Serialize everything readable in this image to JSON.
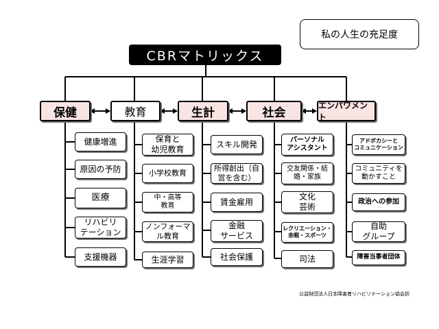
{
  "title": "私の人生の充足度",
  "header": "CBRマトリックス",
  "credit": "公益財団法人日本障害者リハビリテーション協会訳",
  "columns": [
    {
      "label": "保健",
      "items": [
        "健康増進",
        "原因の予防",
        "医療",
        "リハビリ\nテーション",
        "支援機器"
      ]
    },
    {
      "label": "教育",
      "items": [
        "保育と\n幼児教育",
        "小学校教育",
        "中・高等\n教育",
        "ノンフォーマ\nル教育",
        "生涯学習"
      ]
    },
    {
      "label": "生計",
      "items": [
        "スキル開発",
        "所得創出（自\n営を含む）",
        "賃金雇用",
        "金融\nサービス",
        "社会保護"
      ]
    },
    {
      "label": "社会",
      "items": [
        "パーソナル\nアシスタント",
        "交友関係・結\n婚・家族",
        "文化\n芸術",
        "レクリエーション・\n余暇・スポーツ",
        "司法"
      ]
    },
    {
      "label": "エンパワメント",
      "items": [
        "アドボカシーと\nコミュニケーション",
        "コミュニティを\n動かすこと",
        "政治への参加",
        "自助\nグループ",
        "障害当事者団体"
      ]
    }
  ]
}
